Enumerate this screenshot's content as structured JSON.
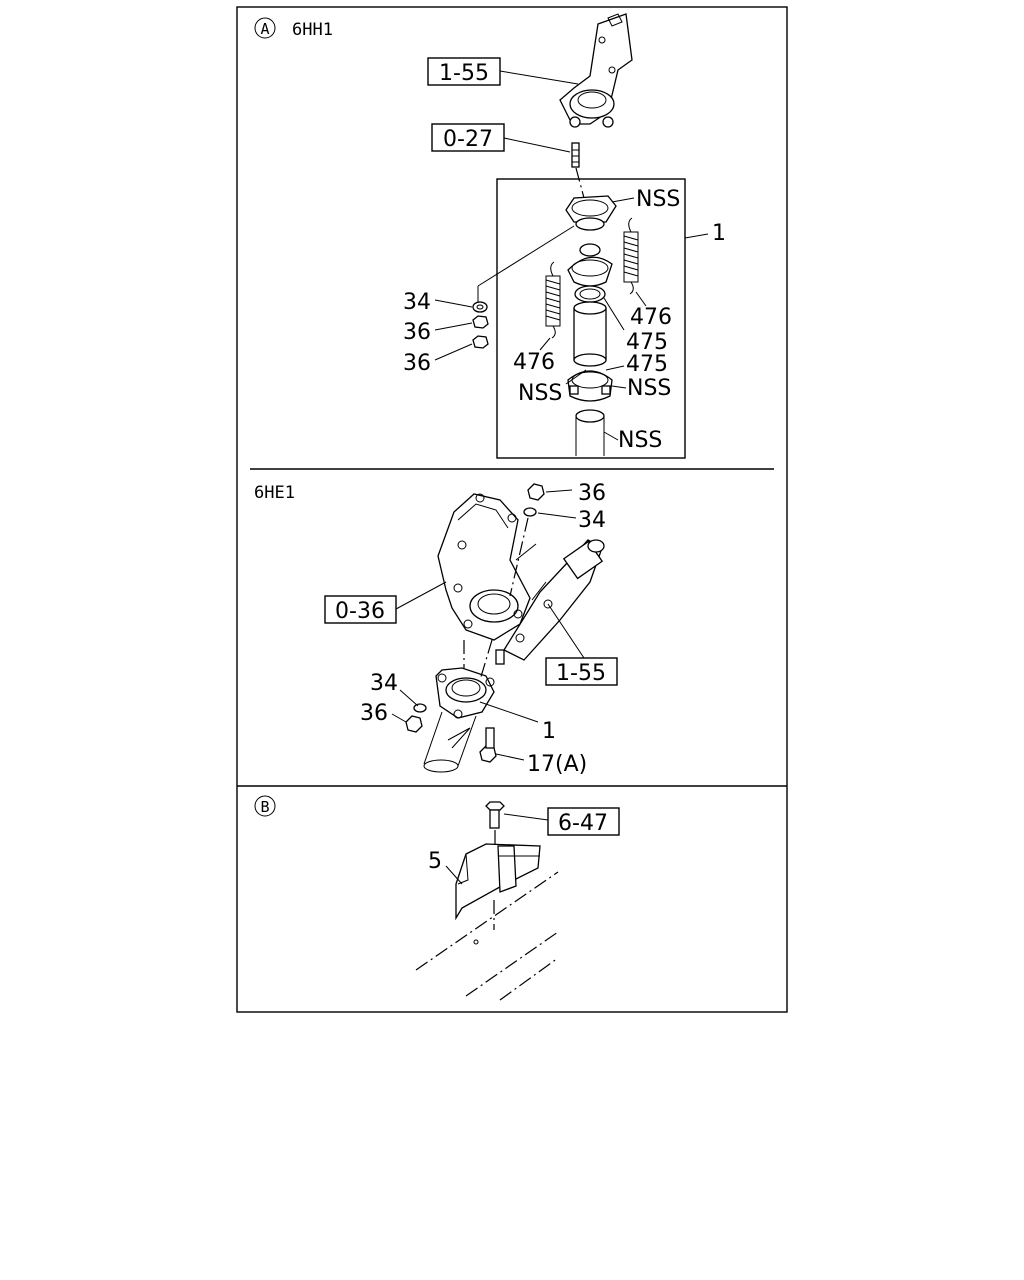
{
  "sections": {
    "a": {
      "badge": "A",
      "engine": "6HH1"
    },
    "b": {
      "engine": "6HE1"
    },
    "c": {
      "badge": "B"
    }
  },
  "labels": {
    "a_ref_1_55": "1-55",
    "a_ref_0_27": "0-27",
    "a_nss_top": "NSS",
    "a_part_1": "1",
    "a_34": "34",
    "a_36_1": "36",
    "a_36_2": "36",
    "a_476_right": "476",
    "a_475_right": "475",
    "a_476_left": "476",
    "a_475_lower": "475",
    "a_nss_left": "NSS",
    "a_nss_right": "NSS",
    "a_nss_bottom": "NSS",
    "b_36_top": "36",
    "b_34_top": "34",
    "b_ref_0_36": "0-36",
    "b_ref_1_55": "1-55",
    "b_34_left": "34",
    "b_36_left": "36",
    "b_part_1": "1",
    "b_17a": "17(A)",
    "c_ref_6_47": "6-47",
    "c_part_5": "5"
  }
}
